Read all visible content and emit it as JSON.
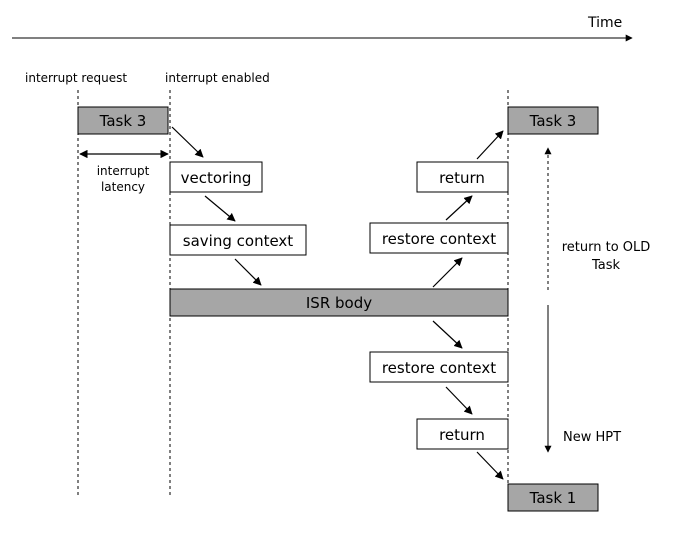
{
  "time_label": "Time",
  "interrupt_request": "interrupt request",
  "interrupt_enabled": "interrupt enabled",
  "latency_line1": "interrupt",
  "latency_line2": "latency",
  "boxes": {
    "task3_left": "Task 3",
    "vectoring": "vectoring",
    "saving_context": "saving context",
    "isr_body": "ISR body",
    "restore_context_up": "restore context",
    "return_up": "return",
    "task3_right": "Task 3",
    "restore_context_down": "restore context",
    "return_down": "return",
    "task1": "Task 1"
  },
  "return_old_line1": "return to OLD",
  "return_old_line2": "Task",
  "new_hpt": "New HPT",
  "colors": {
    "task_fill": "#a6a6a6",
    "box_fill": "#ffffff",
    "stroke": "#000000"
  }
}
